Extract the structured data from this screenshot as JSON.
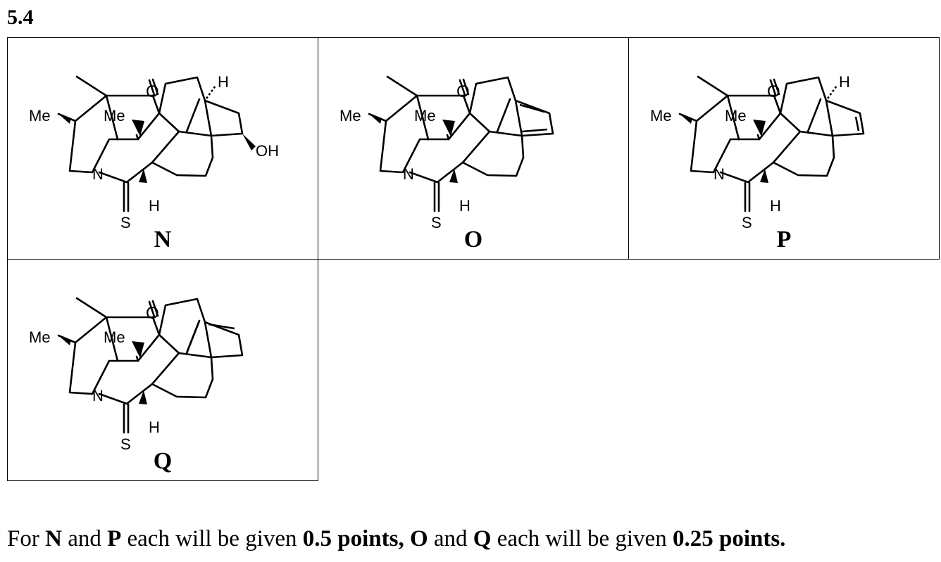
{
  "section": "5.4",
  "molecules": [
    {
      "label": "N",
      "atoms": {
        "me1": "Me",
        "me2": "Me",
        "o": "O",
        "n": "N",
        "s": "S",
        "h_top": "H",
        "h_bottom": "H",
        "oh": "OH"
      }
    },
    {
      "label": "O",
      "atoms": {
        "me1": "Me",
        "me2": "Me",
        "o": "O",
        "n": "N",
        "s": "S",
        "h_bottom": "H"
      }
    },
    {
      "label": "P",
      "atoms": {
        "me1": "Me",
        "me2": "Me",
        "o": "O",
        "n": "N",
        "s": "S",
        "h_top": "H",
        "h_bottom": "H"
      }
    },
    {
      "label": "Q",
      "atoms": {
        "me1": "Me",
        "me2": "Me",
        "o": "O",
        "n": "N",
        "s": "S",
        "h_bottom": "H"
      }
    }
  ],
  "note": {
    "t1": "For ",
    "b1": "N",
    "t2": " and ",
    "b2": "P",
    "t3": " each will be given ",
    "b3": "0.5 points, O",
    "t4": " and ",
    "b4": "Q",
    "t5": " each will be given ",
    "b5": "0.25 points."
  }
}
